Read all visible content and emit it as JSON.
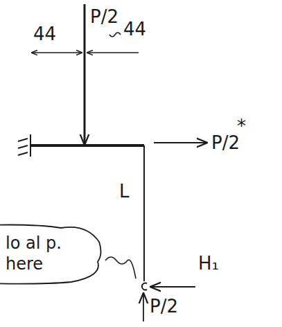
{
  "diagram": {
    "nodes": [
      {
        "text": [
          "lo al p. here"
        ]
      }
    ],
    "labels": [
      "44",
      "P/2",
      "44",
      "*",
      "P/2",
      "L",
      "H₁",
      "P/2"
    ]
  }
}
